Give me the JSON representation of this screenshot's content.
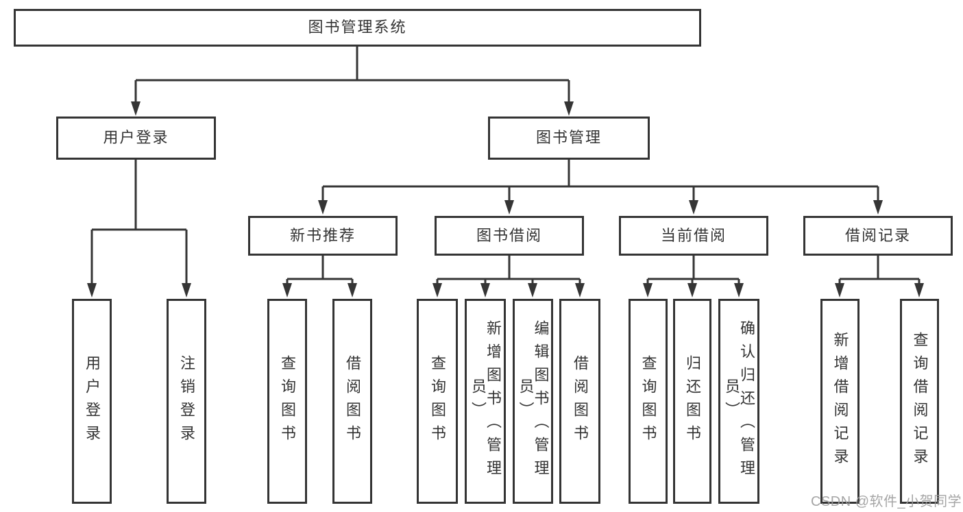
{
  "diagram": {
    "title": "图书管理系统",
    "level2": [
      "用户登录",
      "图书管理"
    ],
    "level3": [
      "新书推荐",
      "图书借阅",
      "当前借阅",
      "借阅记录"
    ],
    "leaves": {
      "user_login": [
        "用户登录",
        "注销登录"
      ],
      "new_book_recommend": [
        "查询图书",
        "借阅图书"
      ],
      "book_borrow": [
        "查询图书",
        "新增图书（管理员）",
        "编辑图书（管理员）",
        "借阅图书"
      ],
      "current_borrow": [
        "查询图书",
        "归还图书",
        "确认归还（管理员）"
      ],
      "borrow_records": [
        "新增借阅记录",
        "查询借阅记录"
      ]
    },
    "watermark": "CSDN @软件_小贺同学",
    "colors": {
      "line": "#353535",
      "box_border": "#343434",
      "text": "#333333",
      "background": "#ffffff",
      "watermark_text": "#9c9c9c"
    }
  }
}
